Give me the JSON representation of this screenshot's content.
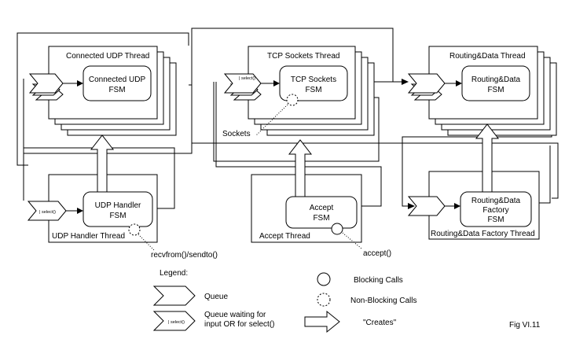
{
  "threads": {
    "connected_udp": {
      "title": "Connected UDP Thread",
      "fsm_line1": "Connected UDP",
      "fsm_line2": "FSM"
    },
    "tcp_sockets": {
      "title": "TCP Sockets Thread",
      "fsm_line1": "TCP Sockets",
      "fsm_line2": "FSM",
      "queue_label": "| select()"
    },
    "routing_data": {
      "title": "Routing&Data Thread",
      "fsm_line1": "Routing&Data",
      "fsm_line2": "FSM"
    },
    "udp_handler": {
      "title": "UDP Handler Thread",
      "fsm_line1": "UDP Handler",
      "fsm_line2": "FSM",
      "queue_label": "| select()"
    },
    "accept": {
      "title": "Accept Thread",
      "fsm_line1": "Accept",
      "fsm_line2": "FSM"
    },
    "routing_factory": {
      "title": "Routing&Data Factory Thread",
      "fsm_line1": "Routing&Data",
      "fsm_line2": "Factory",
      "fsm_line3": "FSM"
    }
  },
  "annotations": {
    "sockets": "Sockets",
    "recvfrom": "recvfrom()/sendto()",
    "accept_call": "accept()"
  },
  "legend": {
    "title": "Legend:",
    "queue": "Queue",
    "queue_select_line1": "Queue waiting for",
    "queue_select_line2": "input OR for select()",
    "queue_select_tag": "| select()",
    "blocking": "Blocking Calls",
    "non_blocking": "Non-Blocking Calls",
    "creates": "\"Creates\""
  },
  "figure_label": "Fig VI.11"
}
